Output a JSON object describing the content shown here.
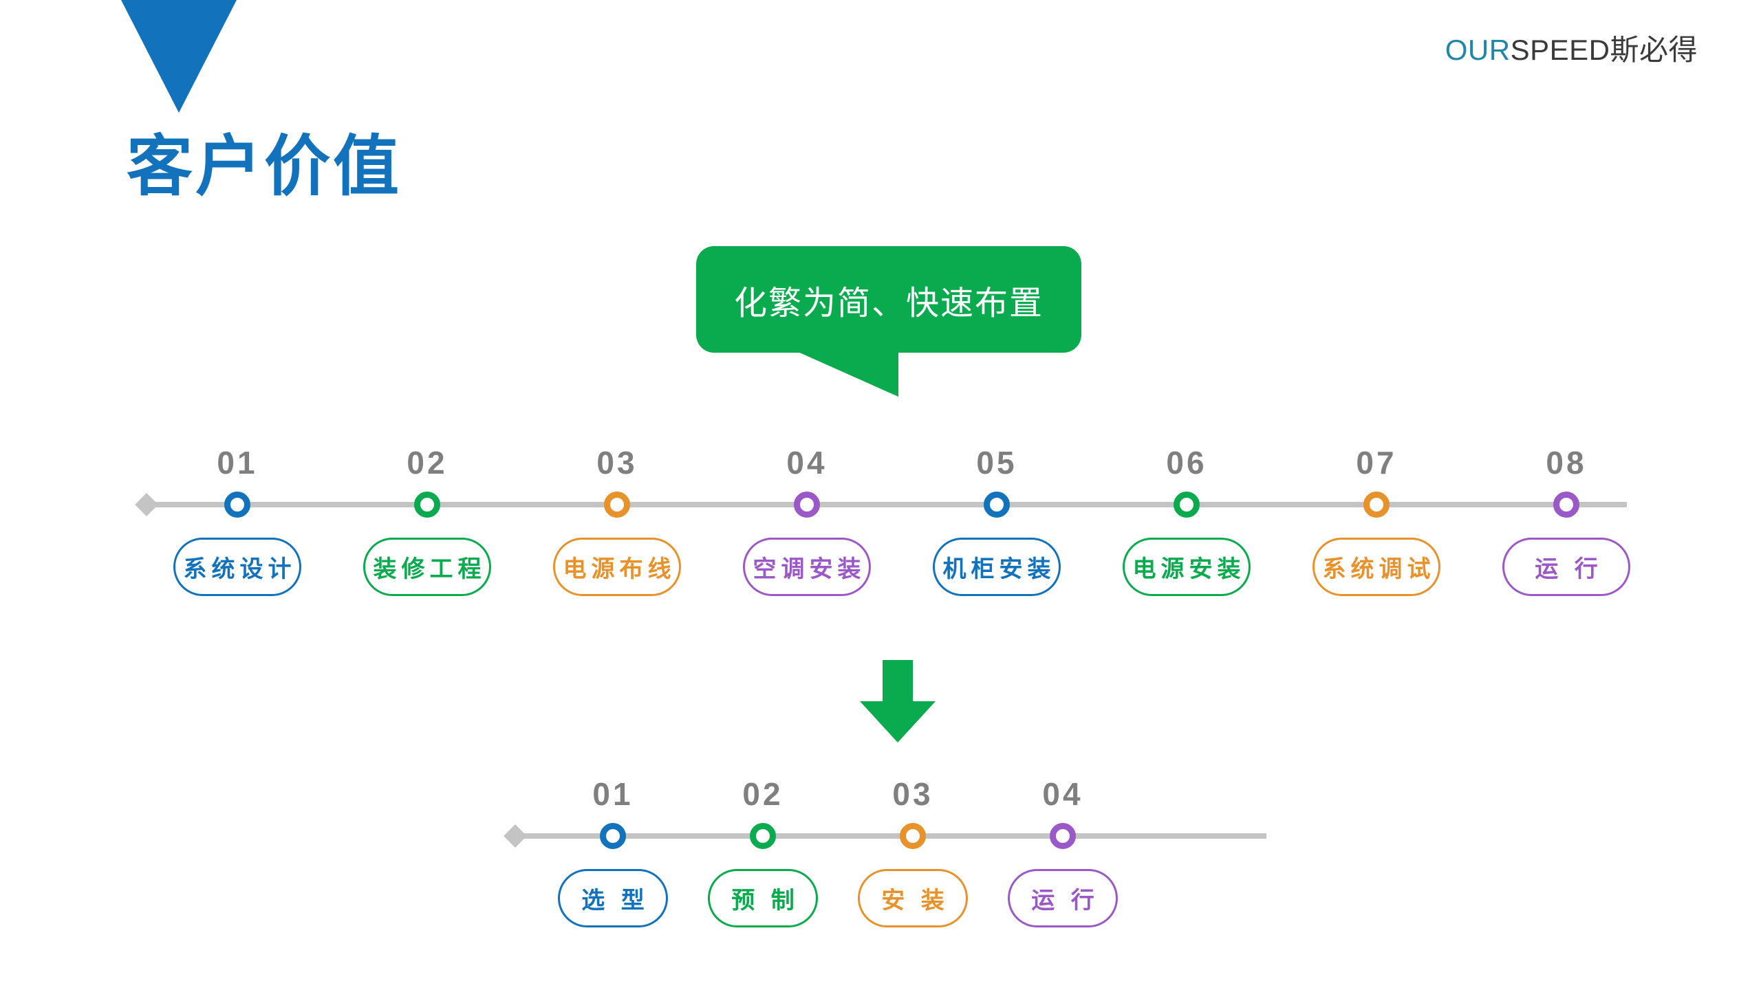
{
  "brand": {
    "prefix": "OUR",
    "suffix": "SPEED斯必得"
  },
  "page_title": "客户价值",
  "callout": {
    "text": "化繁为简、快速布置",
    "color": "#0AAA4E"
  },
  "colors": {
    "blue": "#1272BC",
    "green": "#0AAA4E",
    "orange": "#E8922B",
    "purple": "#9B59C7",
    "gray_line": "#C4C4C4",
    "gray_number": "#7F7F7F",
    "brand_accent": "#2286A8"
  },
  "arrow": {
    "icon": "arrow-down-icon",
    "color": "#0AAA4E"
  },
  "timeline_top": {
    "name": "traditional-process",
    "steps": [
      {
        "number": "01",
        "label": "系统设计",
        "color": "#1272BC",
        "width": 186
      },
      {
        "number": "02",
        "label": "装修工程",
        "color": "#0AAA4E",
        "width": 186
      },
      {
        "number": "03",
        "label": "电源布线",
        "color": "#E8922B",
        "width": 186
      },
      {
        "number": "04",
        "label": "空调安装",
        "color": "#9B59C7",
        "width": 186
      },
      {
        "number": "05",
        "label": "机柜安装",
        "color": "#1272BC",
        "width": 186
      },
      {
        "number": "06",
        "label": "电源安装",
        "color": "#0AAA4E",
        "width": 186
      },
      {
        "number": "07",
        "label": "系统调试",
        "color": "#E8922B",
        "width": 186
      },
      {
        "number": "08",
        "label": "运 行",
        "color": "#9B59C7",
        "width": 186
      }
    ]
  },
  "timeline_bottom": {
    "name": "ourspeed-process",
    "steps": [
      {
        "number": "01",
        "label": "选 型",
        "color": "#1272BC",
        "width": 160
      },
      {
        "number": "02",
        "label": "预 制",
        "color": "#0AAA4E",
        "width": 160
      },
      {
        "number": "03",
        "label": "安 装",
        "color": "#E8922B",
        "width": 160
      },
      {
        "number": "04",
        "label": "运 行",
        "color": "#9B59C7",
        "width": 160
      }
    ]
  }
}
